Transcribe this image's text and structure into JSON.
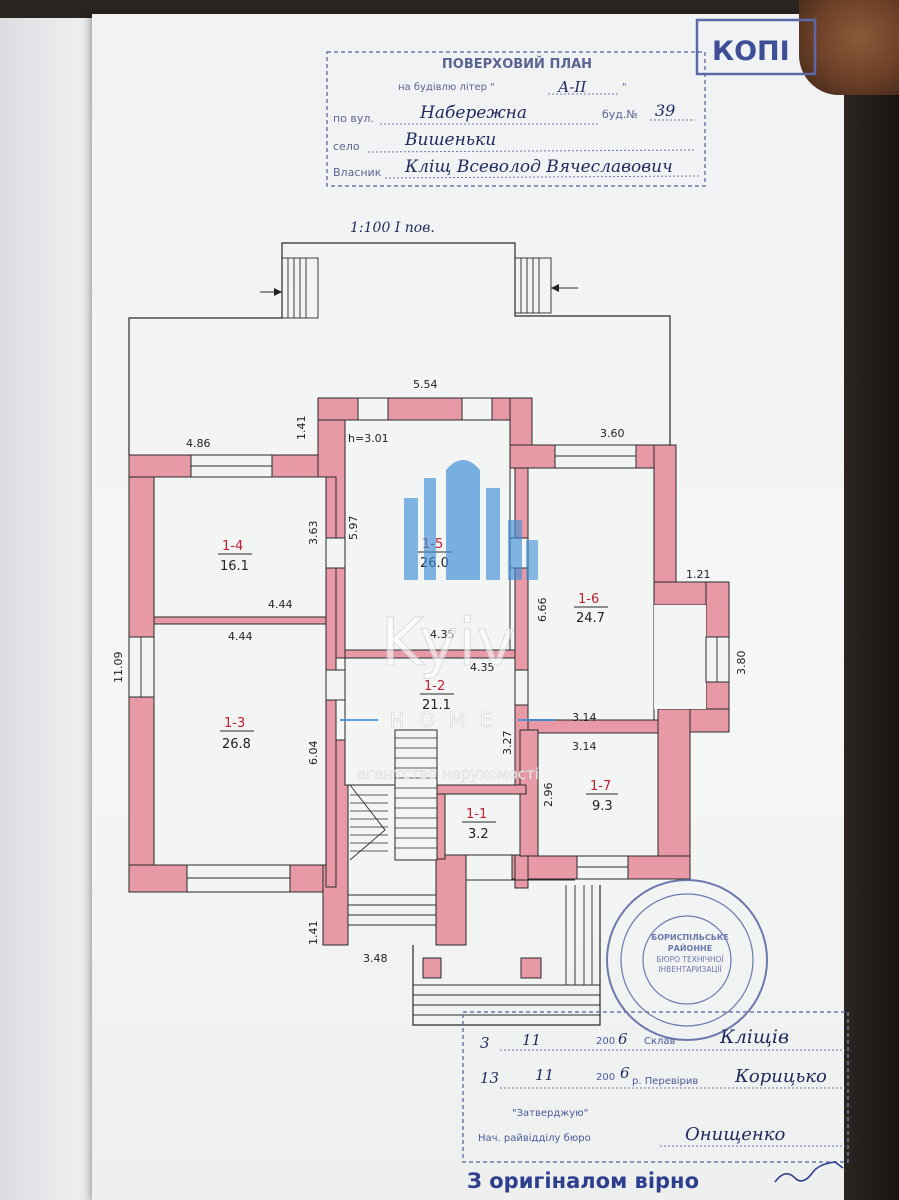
{
  "header": {
    "title": "ПОВЕРХОВИЙ ПЛАН",
    "building_prefix": "на будівлю літер \"",
    "building_letter": "А-ІІ",
    "building_suffix": "\"",
    "street_label": "по вул.",
    "street_value": "Набережна",
    "house_label": "буд.№",
    "house_value": "39",
    "village_label": "село",
    "village_value": "Вишеньки",
    "owner_label": "Власник",
    "owner_value": "Кліщ Всеволод Вячеславович",
    "stamp_corner": "КОПІ"
  },
  "plan": {
    "scale": "1:100  І пов.",
    "ceiling_height": "h=3.01",
    "dims": {
      "top": "5.54",
      "left_top": "4.86",
      "right_top": "3.60",
      "w141_top": "1.41",
      "r1_4_h": "3.63",
      "r1_5_h": "5.97",
      "r1_4_bottom": "4.44",
      "r1_3_top": "4.44",
      "r1_5_bottom": "4.35",
      "r1_2_top": "4.35",
      "r1_6_h": "6.66",
      "w121": "1.21",
      "right_side": "3.80",
      "left_side": "11.09",
      "r1_3_h": "6.04",
      "r1_2_h": "3.27",
      "r1_6_bottom": "3.14",
      "r1_7_top": "3.14",
      "r1_7_h": "2.96",
      "w141_bottom": "1.41",
      "bottom": "3.48"
    },
    "rooms": [
      {
        "id": "1-4",
        "area": "16.1"
      },
      {
        "id": "1-5",
        "area": "26.0"
      },
      {
        "id": "1-6",
        "area": "24.7"
      },
      {
        "id": "1-3",
        "area": "26.8"
      },
      {
        "id": "1-2",
        "area": "21.1"
      },
      {
        "id": "1-1",
        "area": "3.2"
      },
      {
        "id": "1-7",
        "area": "9.3"
      }
    ]
  },
  "watermark": {
    "brand": "Kyiv",
    "sub": "HOME",
    "tagline": "агентство нерухомості"
  },
  "round_stamp": {
    "line1": "БОРИСПІЛЬСЬКЕ",
    "line2": "РАЙОННЕ",
    "line3": "БЮРО ТЕХНІЧНОЇ",
    "line4": "ІНВЕНТАРИЗАЦІЇ"
  },
  "footer": {
    "made_day": "3",
    "made_month": "11",
    "made_year_prefix": "200",
    "made_year": "6",
    "made_label": "Склав",
    "made_name": "Кліщів",
    "checked_day": "13",
    "checked_month": "11",
    "checked_year_prefix": "200",
    "checked_year": "6",
    "checked_label": "р. Перевірив",
    "checked_name": "Корицько",
    "approve_label": "\"Затверджую\"",
    "head_label": "Нач. райвідділу бюро",
    "head_name": "Онищенко",
    "copy_note": "З оригіналом вірно"
  },
  "colors": {
    "wall_fill": "#e79aa5",
    "ink": "#1f2a5c",
    "stamp": "#4a5a9a",
    "watermark_blue": "#3d8fd8"
  }
}
